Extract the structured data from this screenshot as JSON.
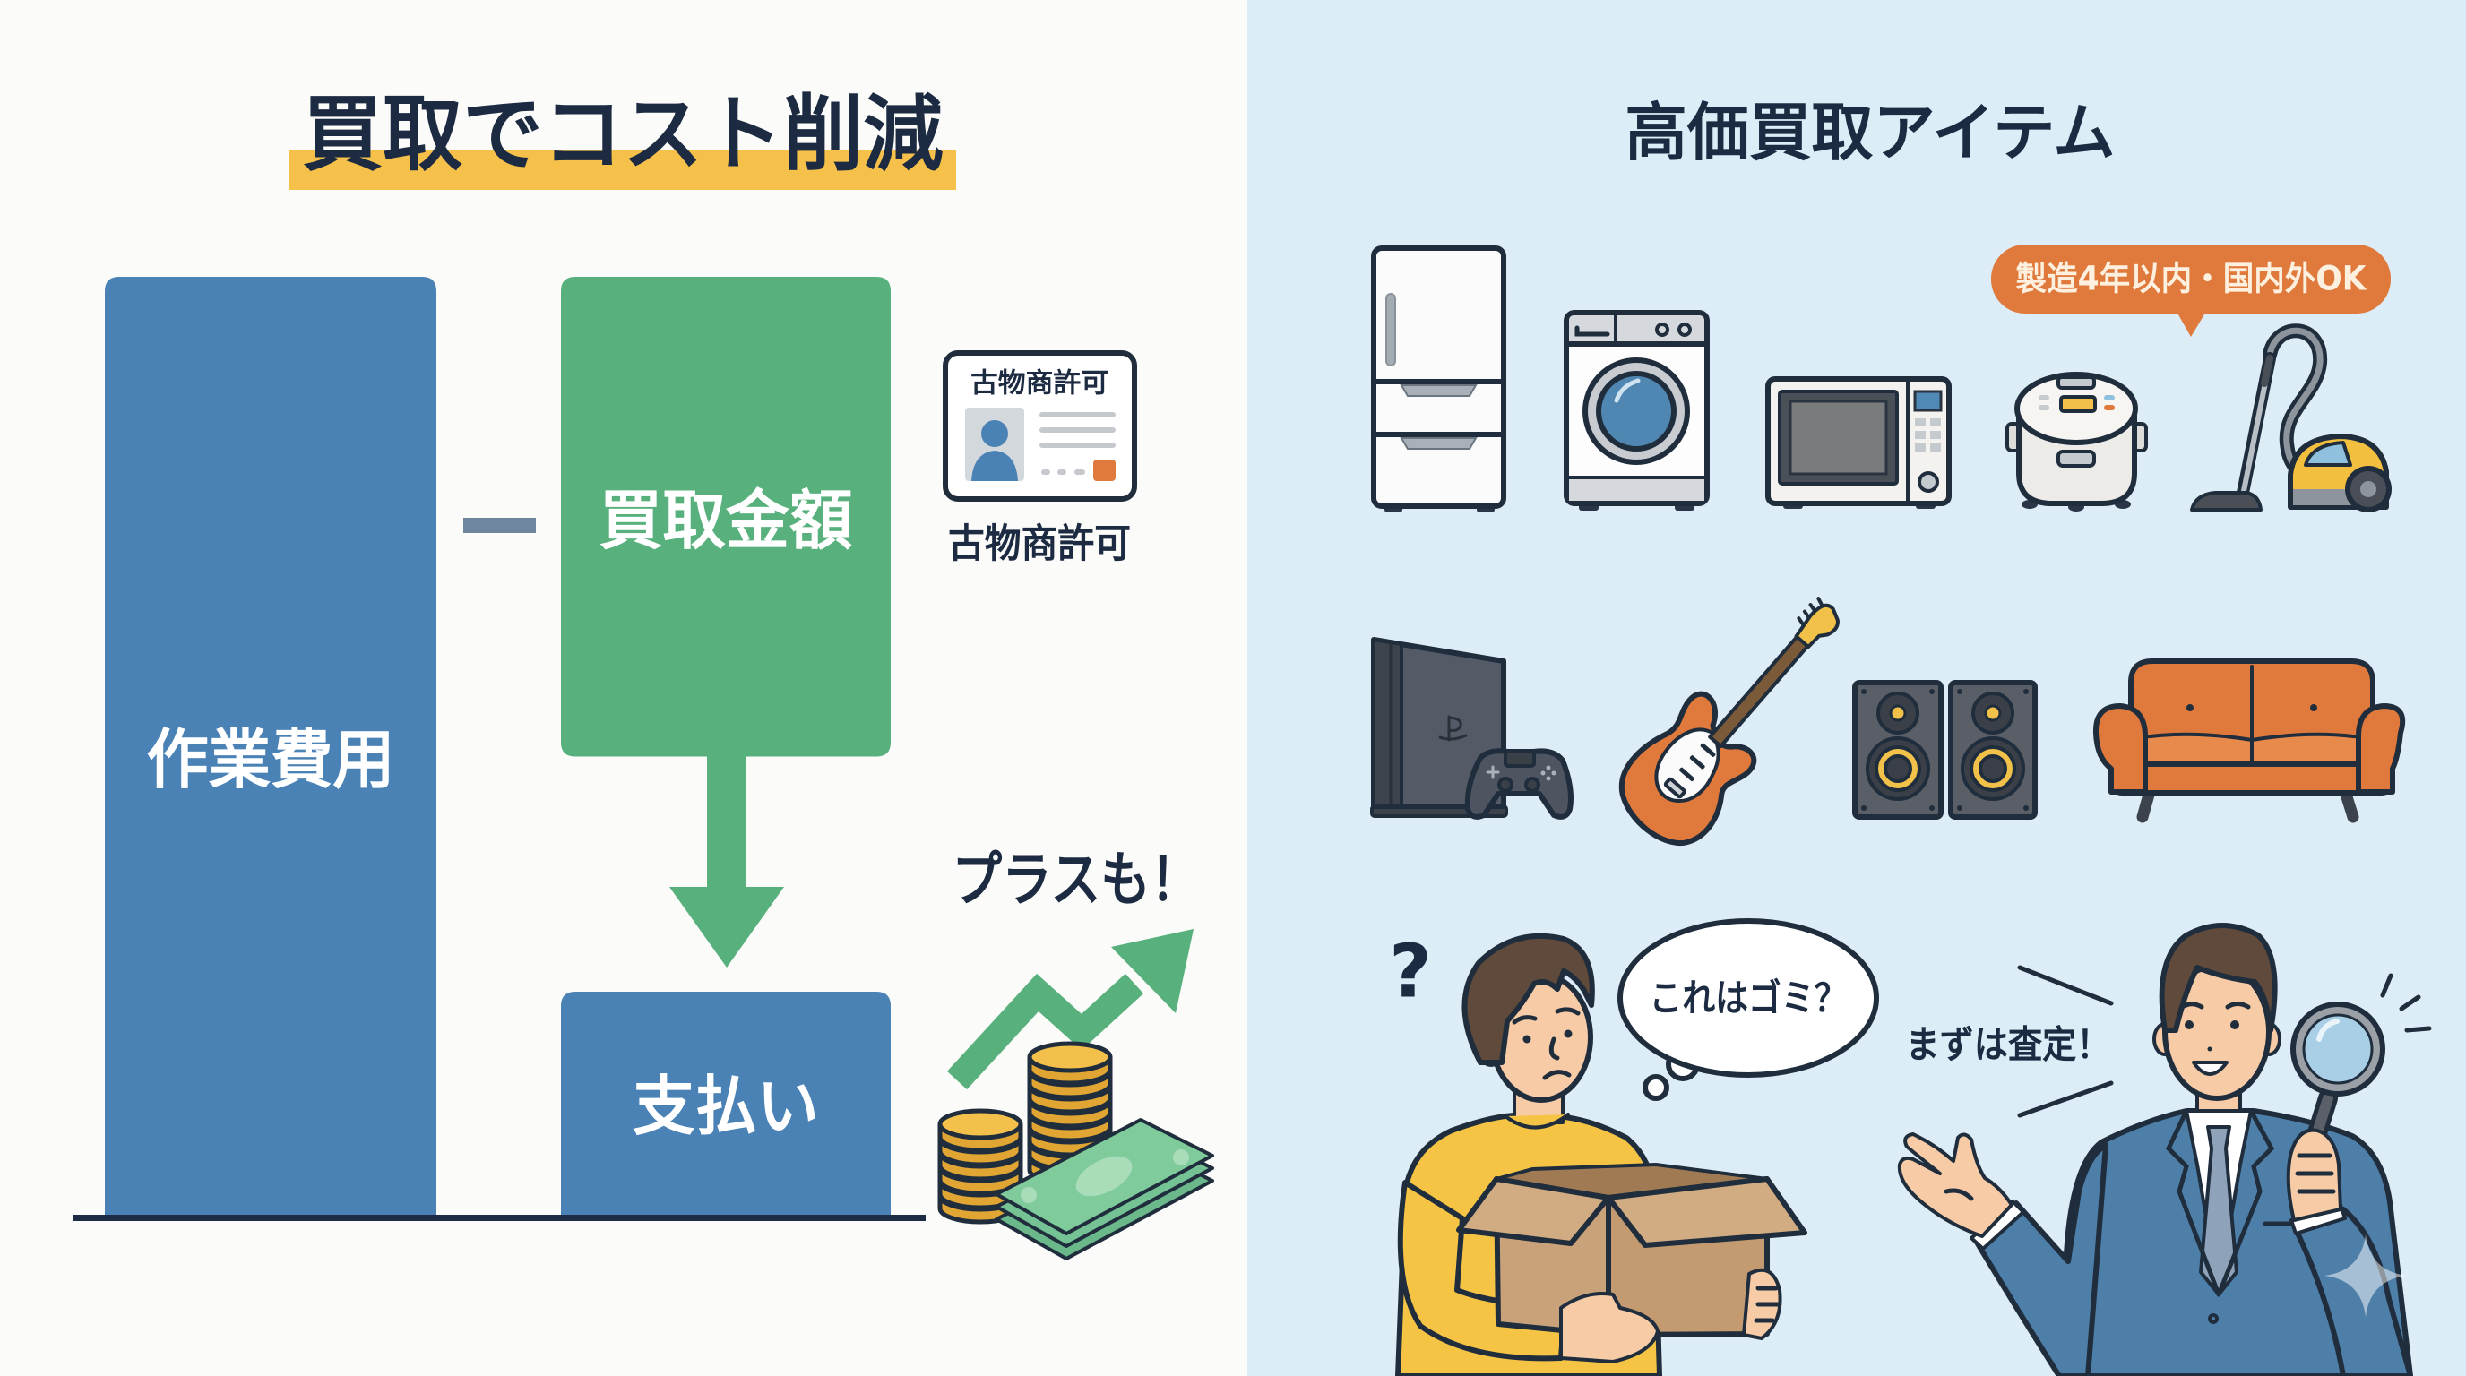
{
  "left_panel": {
    "title": "買取でコスト削減",
    "diagram": {
      "work_cost": {
        "label": "作業費用",
        "relative_value": 1.0
      },
      "operator": "minus",
      "buyback_amount": {
        "label": "買取金額",
        "relative_value": 0.51
      },
      "payment": {
        "label": "支払い",
        "relative_value": 0.24
      }
    },
    "license": {
      "card_title": "古物商許可",
      "caption": "古物商許可"
    },
    "bonus_text": "プラスも！",
    "bonus_icons": [
      "growth-arrow-icon",
      "coin-stack-icon",
      "banknotes-icon"
    ]
  },
  "right_panel": {
    "title": "高価買取アイテム",
    "condition_callout": "製造4年以内・国内外OK",
    "items": [
      {
        "name": "refrigerator",
        "icon": "refrigerator-icon"
      },
      {
        "name": "washing machine",
        "icon": "washing-machine-icon"
      },
      {
        "name": "microwave",
        "icon": "microwave-icon"
      },
      {
        "name": "rice cooker",
        "icon": "rice-cooker-icon"
      },
      {
        "name": "vacuum cleaner",
        "icon": "vacuum-cleaner-icon"
      },
      {
        "name": "game console",
        "icon": "game-console-icon"
      },
      {
        "name": "electric guitar",
        "icon": "electric-guitar-icon"
      },
      {
        "name": "speakers",
        "icon": "speakers-icon"
      },
      {
        "name": "sofa",
        "icon": "sofa-icon"
      }
    ],
    "customer": {
      "question_mark": "?",
      "thought": "これはゴミ？"
    },
    "staff": {
      "speech": "まずは査定！"
    }
  },
  "colors": {
    "background_left": "#fbfbf9",
    "background_right": "#dcedf7",
    "bar_blue": "#4a82b5",
    "bar_green": "#58b17d",
    "title_highlight": "#f6c14b",
    "text_dark": "#1c2b42",
    "accent_orange": "#e07a3c"
  }
}
